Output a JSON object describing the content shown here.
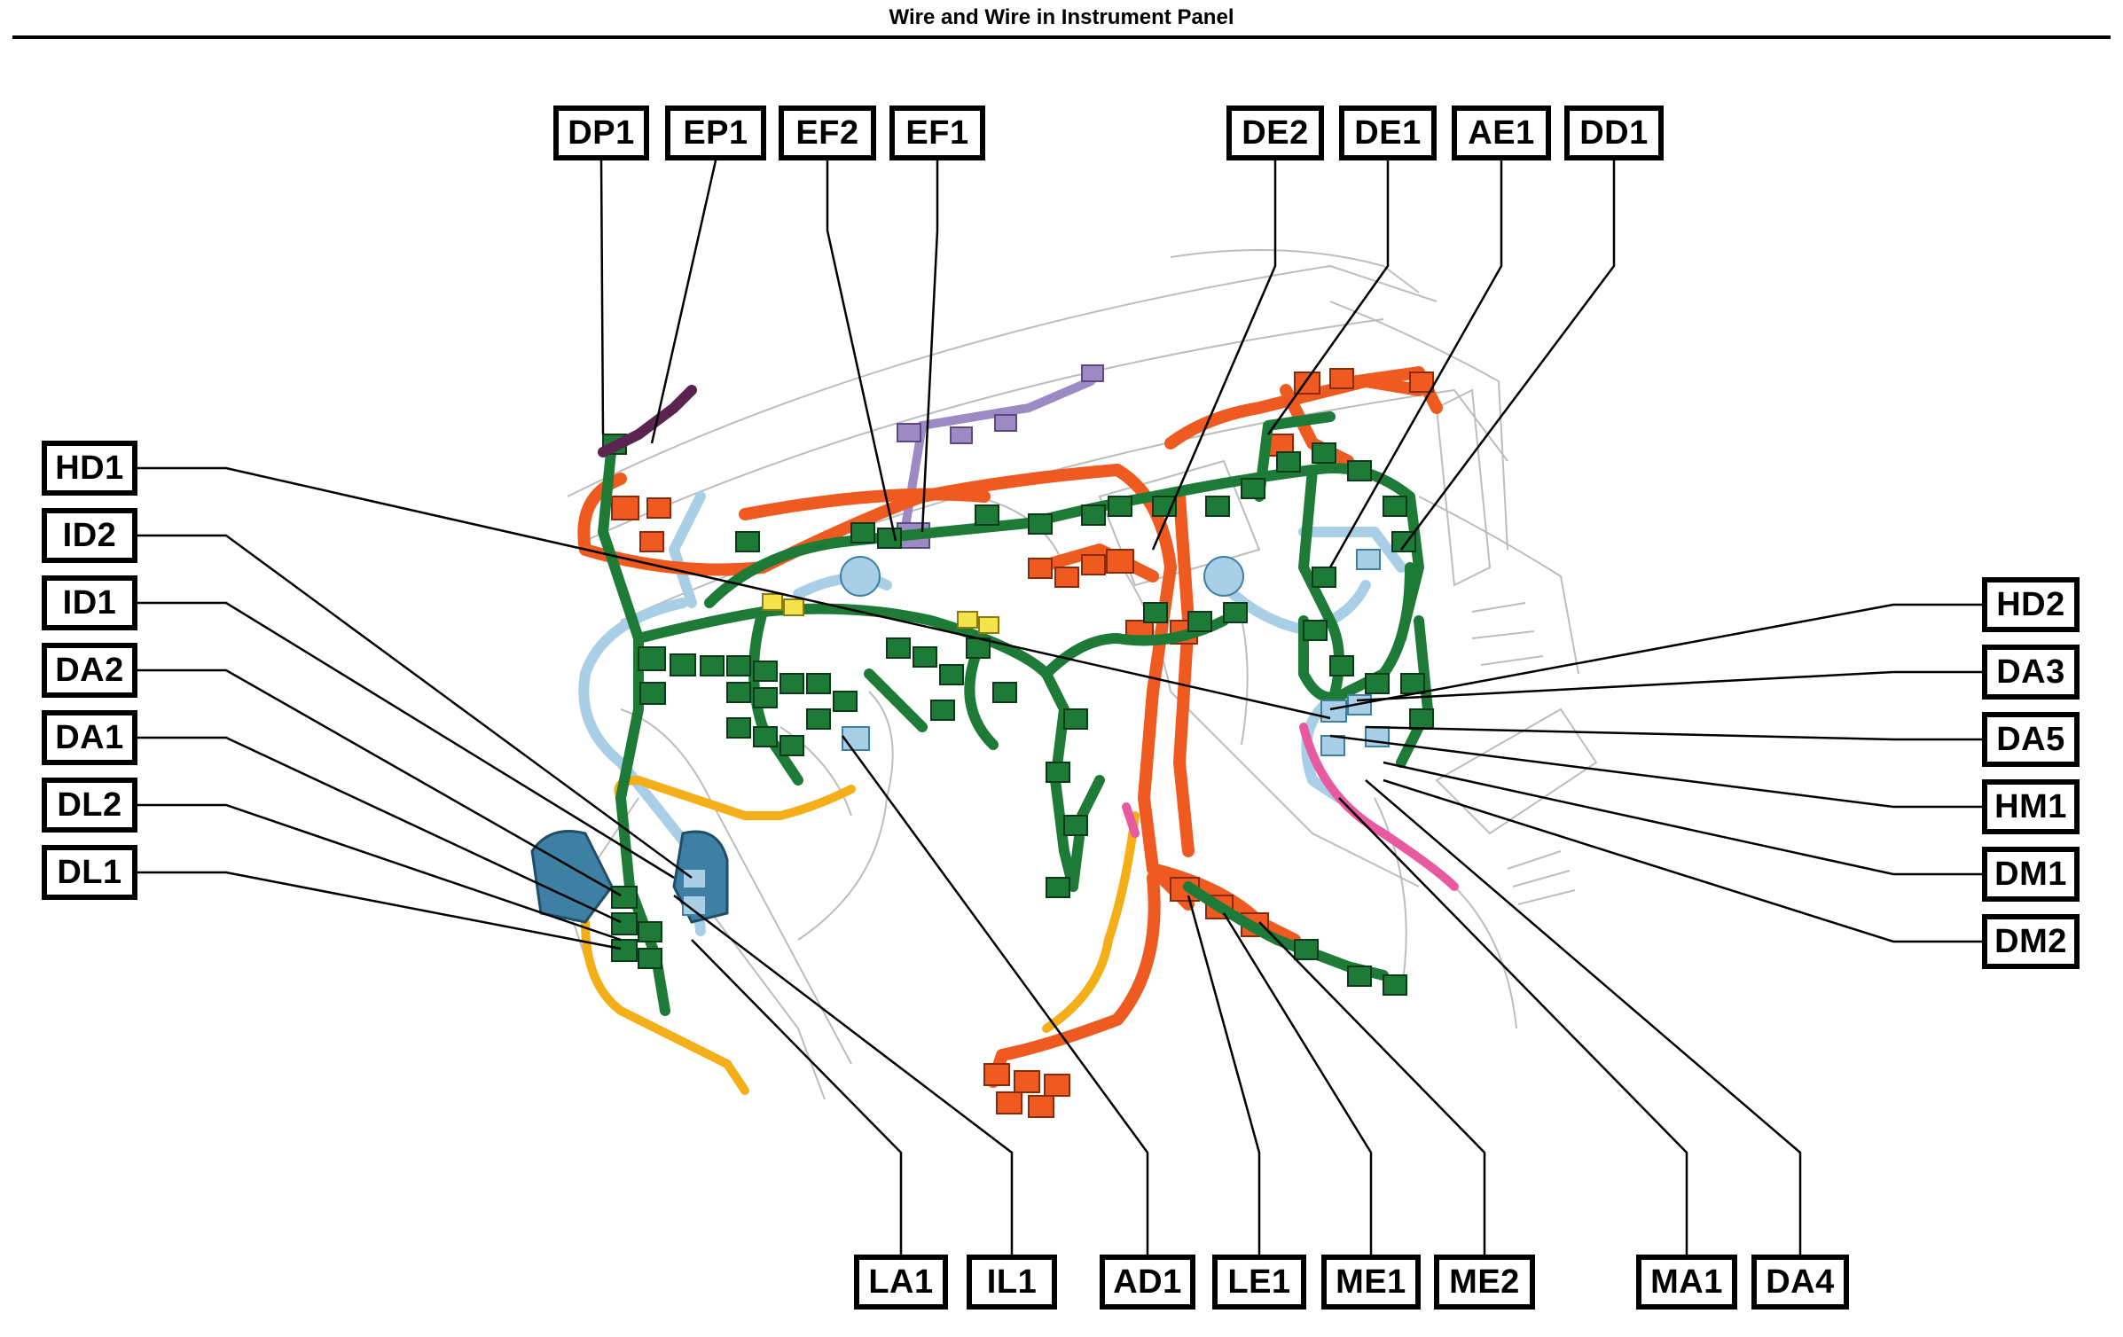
{
  "title": "Wire and Wire in Instrument Panel",
  "colors": {
    "green": "#1e7a37",
    "orange": "#ee5a1f",
    "light_blue": "#a9cfe6",
    "blue": "#3e7fa4",
    "yellow": "#f4ae18",
    "purple": "#9c8ac4",
    "pink": "#e85aa0",
    "dark_purple": "#5a2350",
    "outline": "#bdbdbd"
  },
  "labels": {
    "top": [
      "DP1",
      "EP1",
      "EF2",
      "EF1",
      "DE2",
      "DE1",
      "AE1",
      "DD1"
    ],
    "left": [
      "HD1",
      "ID2",
      "ID1",
      "DA2",
      "DA1",
      "DL2",
      "DL1"
    ],
    "right": [
      "HD2",
      "DA3",
      "DA5",
      "HM1",
      "DM1",
      "DM2"
    ],
    "bottom": [
      "LA1",
      "IL1",
      "AD1",
      "LE1",
      "ME1",
      "ME2",
      "MA1",
      "DA4"
    ]
  }
}
